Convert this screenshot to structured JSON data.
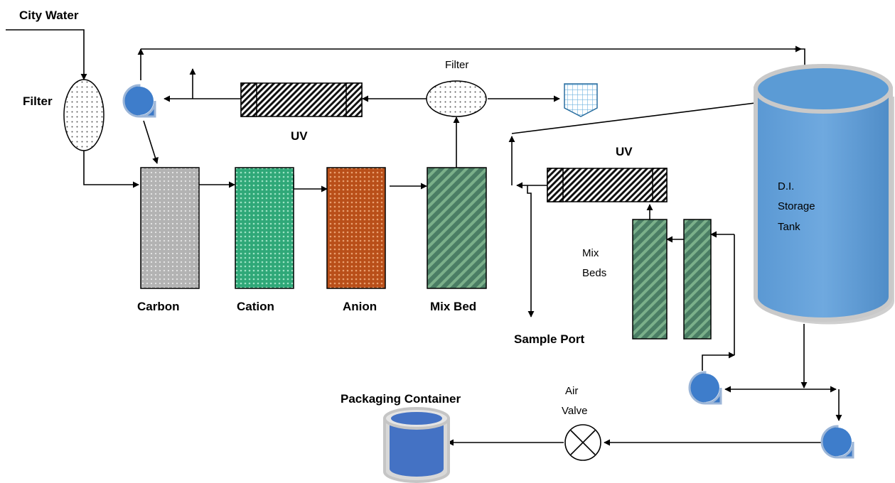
{
  "labels": {
    "city_water": "City Water",
    "filter_left": "Filter",
    "filter_top": "Filter",
    "uv_top": "UV",
    "uv_right": "UV",
    "carbon": "Carbon",
    "cation": "Cation",
    "anion": "Anion",
    "mix_bed": "Mix Bed",
    "mix_beds_line1": "Mix",
    "mix_beds_line2": "Beds",
    "sample_port": "Sample Port",
    "tank_line1": "D.I.",
    "tank_line2": "Storage",
    "tank_line3": "Tank",
    "packaging_container": "Packaging Container",
    "air_valve_line1": "Air",
    "air_valve_line2": "Valve"
  },
  "colors": {
    "pump": "#3a78c6",
    "tank": "#5b9bd5",
    "carbon": "#b9b9b9",
    "cation": "#3cbf8e",
    "anion": "#c55a22",
    "mixbed": "#4f8f6d",
    "container": "#4472c4",
    "line": "#000000"
  },
  "icons": [
    "pump-icon",
    "filter-icon",
    "uv-lamp-icon",
    "valve-icon",
    "basket-icon",
    "container-icon"
  ]
}
